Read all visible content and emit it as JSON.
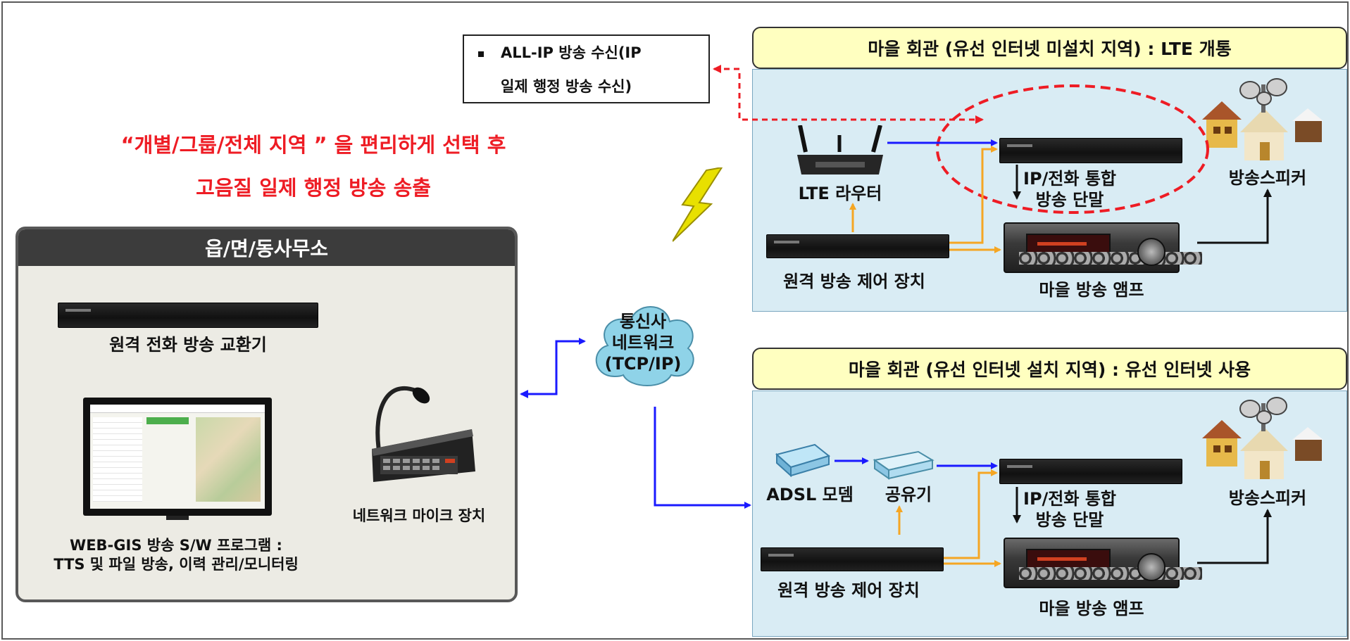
{
  "note": {
    "line1": "ALL-IP 방송 수신(IP",
    "line2": "일제 행정 방송 수신)"
  },
  "headline": {
    "line1": "“개별/그룹/전체 지역 ” 을 편리하게 선택 후",
    "line2": "고음질 일제 행정 방송 송출"
  },
  "office": {
    "title": "읍/면/동사무소",
    "exchanger_label": "원격 전화 방송 교환기",
    "program_label_1": "WEB-GIS 방송 S/W 프로그램 :",
    "program_label_2": "TTS 및 파일 방송, 이력 관리/모니터링",
    "mic_label": "네트워크 마이크 장치"
  },
  "network": {
    "line1": "통신사",
    "line2": "네트워크",
    "line3": "(TCP/IP)"
  },
  "village_lte": {
    "title": "마을 회관 (유선 인터넷 미설치 지역) : LTE 개통",
    "router_label": "LTE 라우터",
    "terminal_label_1": "IP/전화 통합",
    "terminal_label_2": "방송 단말",
    "speaker_label": "방송스피커",
    "controller_label": "원격 방송 제어 장치",
    "amp_label": "마을 방송 앰프"
  },
  "village_wired": {
    "title": "마을 회관 (유선 인터넷 설치 지역) : 유선 인터넷 사용",
    "modem_label": "ADSL 모뎀",
    "router_label": "공유기",
    "terminal_label_1": "IP/전화 통합",
    "terminal_label_2": "방송 단말",
    "speaker_label": "방송스피커",
    "controller_label": "원격 방송 제어 장치",
    "amp_label": "마을 방송 앰프"
  },
  "colors": {
    "accent_red": "#ee1c24",
    "arrow_blue": "#1a1aff",
    "arrow_orange": "#f5a623",
    "panel_blue": "#d9ecf4",
    "title_yellow": "#ffffc0",
    "cloud": "#8fd3e8"
  }
}
